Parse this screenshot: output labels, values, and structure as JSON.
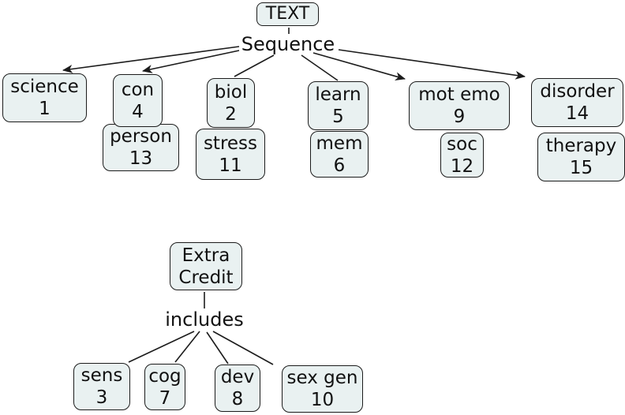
{
  "theme": {
    "background": "#ffffff",
    "node_fill": "#e9f1f1",
    "node_border": "#1c1c1c",
    "line_color": "#1c1c1c",
    "text_color": "#111111"
  },
  "tree1": {
    "root": "TEXT",
    "label": "Sequence",
    "branches": [
      {
        "label": "science",
        "num": "1",
        "arrowhead": true
      },
      {
        "label": "con",
        "num": "4",
        "arrowhead": true
      },
      {
        "label": "biol",
        "num": "2",
        "arrowhead": false
      },
      {
        "label": "learn",
        "num": "5",
        "arrowhead": false
      },
      {
        "label": "mot emo",
        "num": "9",
        "arrowhead": true
      },
      {
        "label": "disorder",
        "num": "14",
        "arrowhead": true
      }
    ],
    "detached": [
      {
        "label": "person",
        "num": "13"
      },
      {
        "label": "stress",
        "num": "11"
      },
      {
        "label": "mem",
        "num": "6"
      },
      {
        "label": "soc",
        "num": "12"
      },
      {
        "label": "therapy",
        "num": "15"
      }
    ]
  },
  "tree2": {
    "root": {
      "line1": "Extra",
      "line2": "Credit"
    },
    "label": "includes",
    "branches": [
      {
        "label": "sens",
        "num": "3",
        "arrowhead": false
      },
      {
        "label": "cog",
        "num": "7",
        "arrowhead": false
      },
      {
        "label": "dev",
        "num": "8",
        "arrowhead": false
      },
      {
        "label": "sex gen",
        "num": "10",
        "arrowhead": false
      }
    ]
  }
}
